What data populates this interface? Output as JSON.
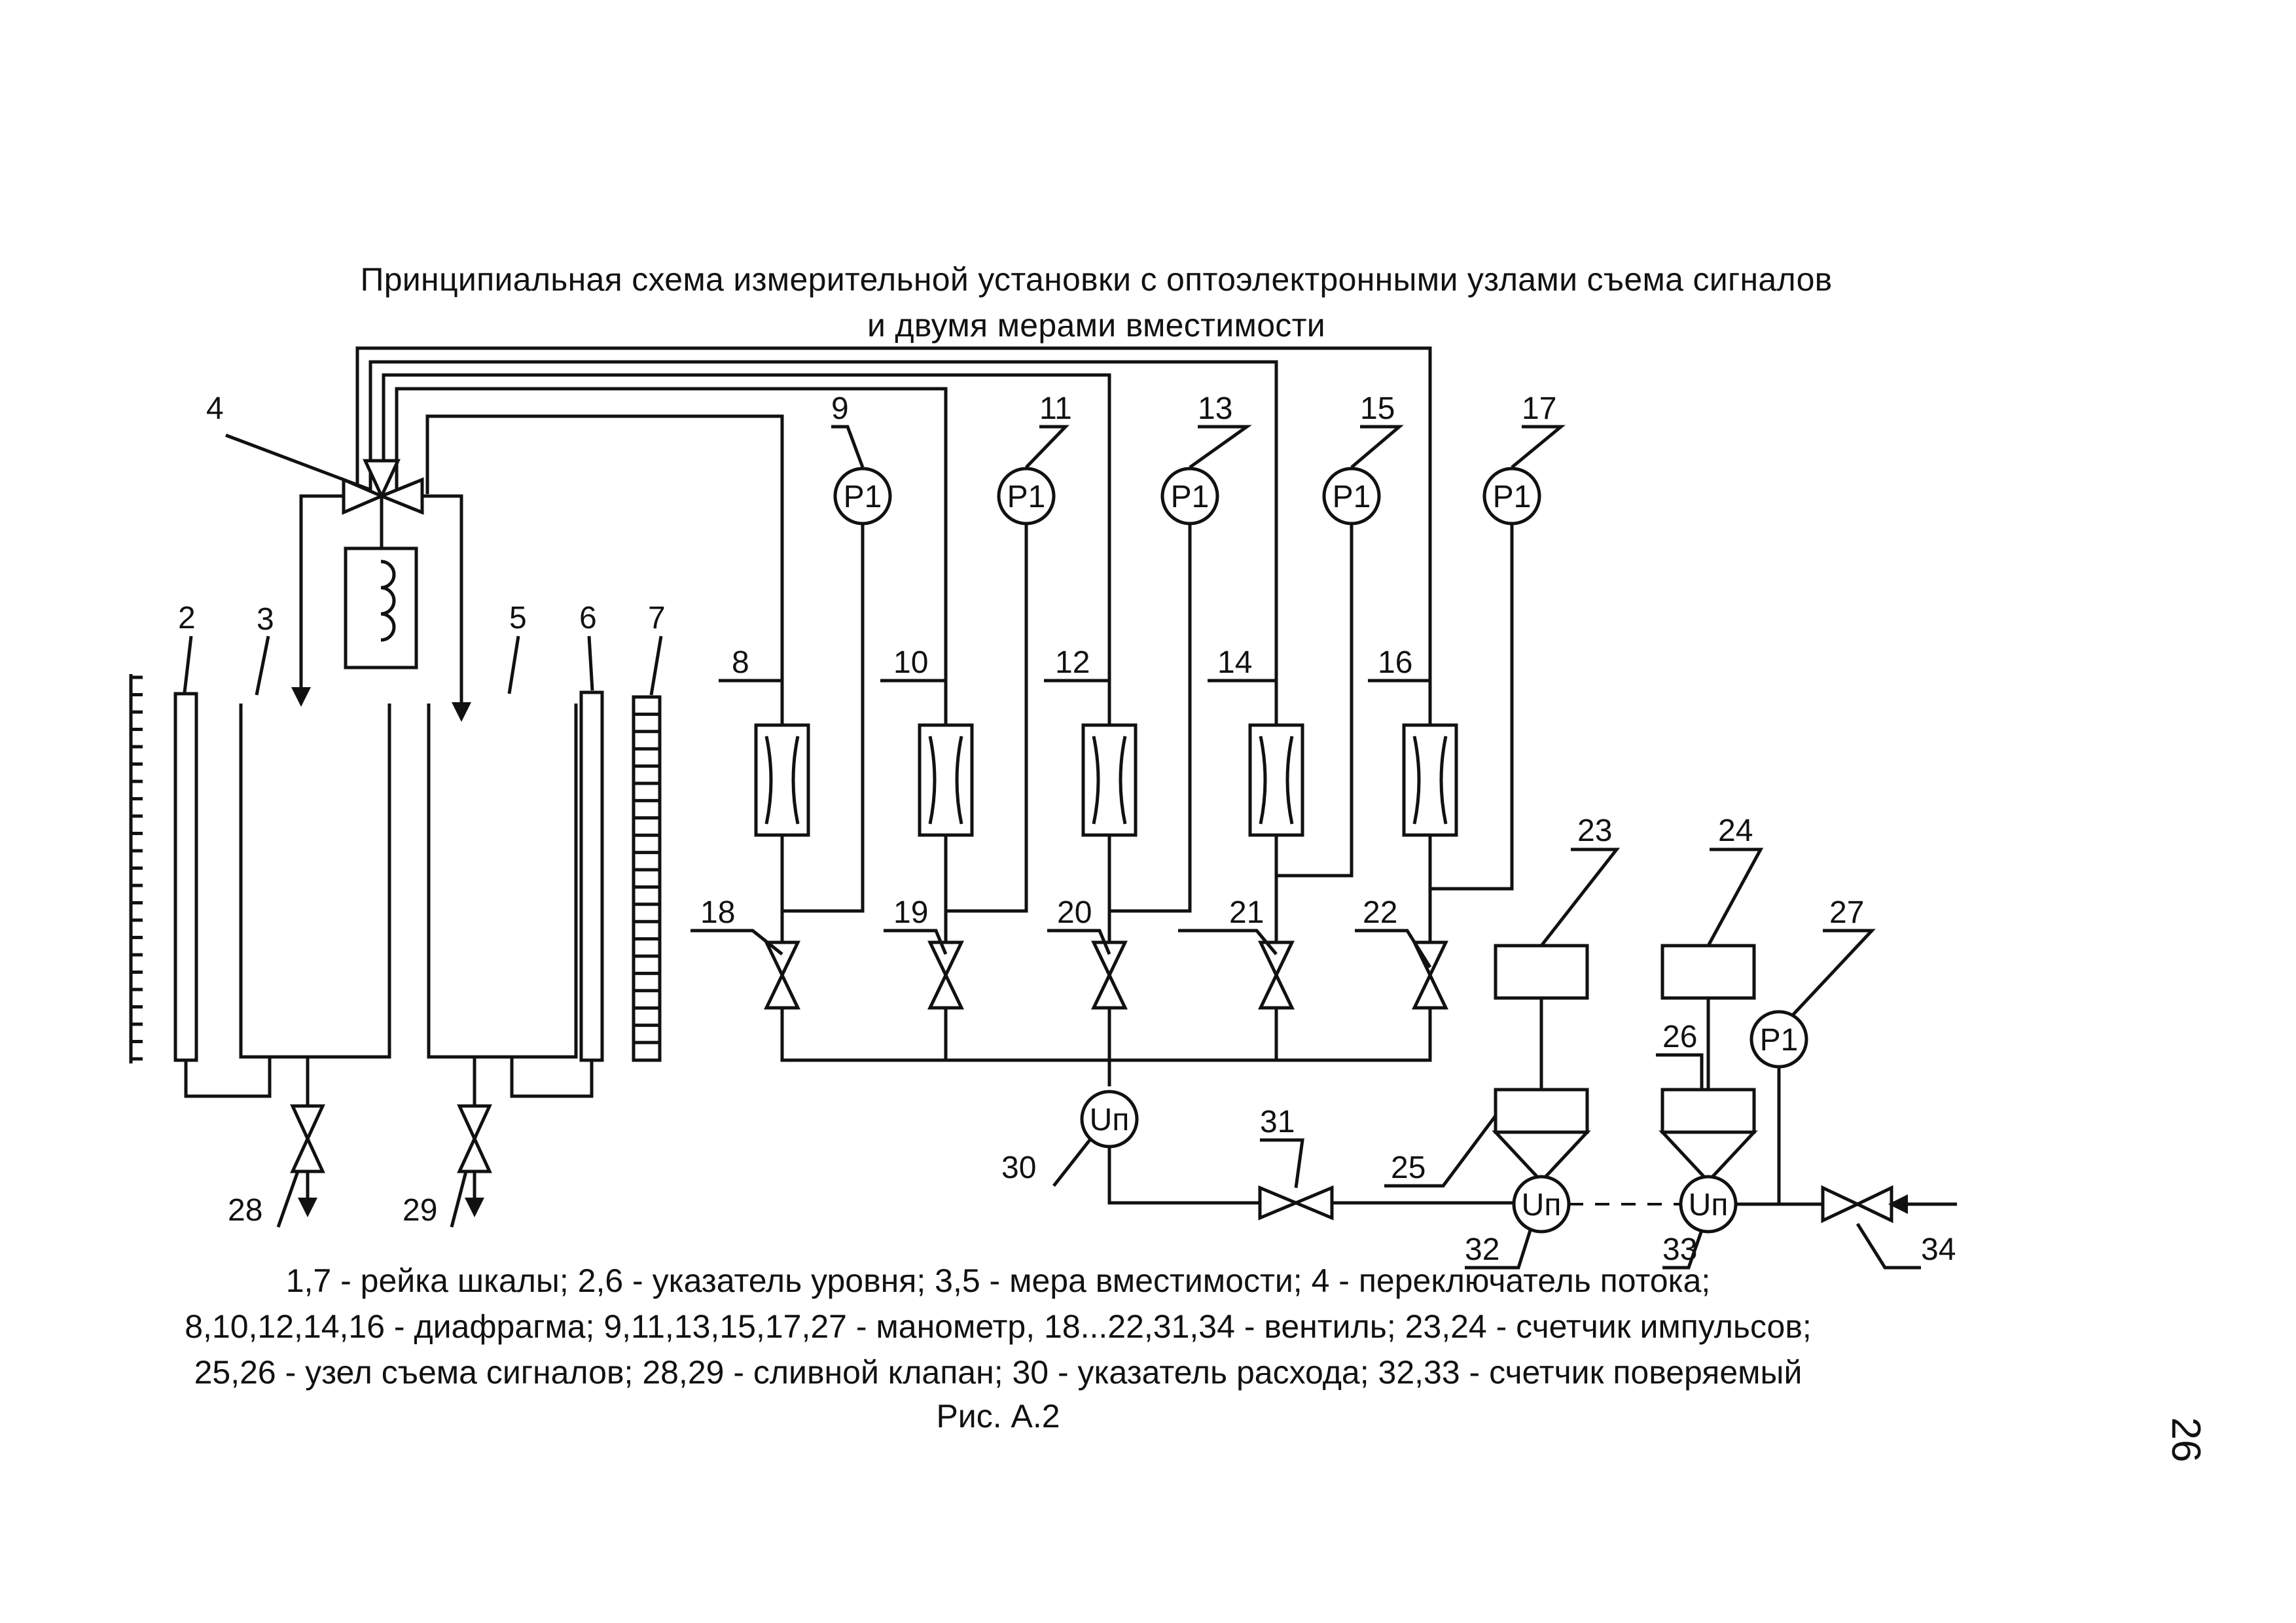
{
  "title": {
    "line1": "Принципиальная схема измерительной установки с оптоэлектронными узлами  съема сигналов",
    "line2": "и двумя мерами вместимости"
  },
  "gauge_text": "P1",
  "flow_text": "Uп",
  "labels": {
    "l2": "2",
    "l3": "3",
    "l4": "4",
    "l5": "5",
    "l6": "6",
    "l7": "7",
    "l8": "8",
    "l9": "9",
    "l10": "10",
    "l11": "11",
    "l12": "12",
    "l13": "13",
    "l14": "14",
    "l15": "15",
    "l16": "16",
    "l17": "17",
    "l18": "18",
    "l19": "19",
    "l20": "20",
    "l21": "21",
    "l22": "22",
    "l23": "23",
    "l24": "24",
    "l25": "25",
    "l26": "26",
    "l27": "27",
    "l28": "28",
    "l29": "29",
    "l30": "30",
    "l31": "31",
    "l32": "32",
    "l33": "33",
    "l34": "34"
  },
  "legend": {
    "line1": "1,7 - рейка шкалы; 2,6 - указатель уровня; 3,5 - мера вместимости; 4 - переключатель потока;",
    "line2": "8,10,12,14,16 - диафрагма; 9,11,13,15,17,27 - манометр, 18...22,31,34 - вентиль; 23,24 - счетчик импульсов;",
    "line3": "25,26 - узел съема сигналов; 28,29 - сливной клапан; 30 - указатель расхода; 32,33 - счетчик поверяемый",
    "figure": "Рис. А.2"
  },
  "page_number": "26"
}
